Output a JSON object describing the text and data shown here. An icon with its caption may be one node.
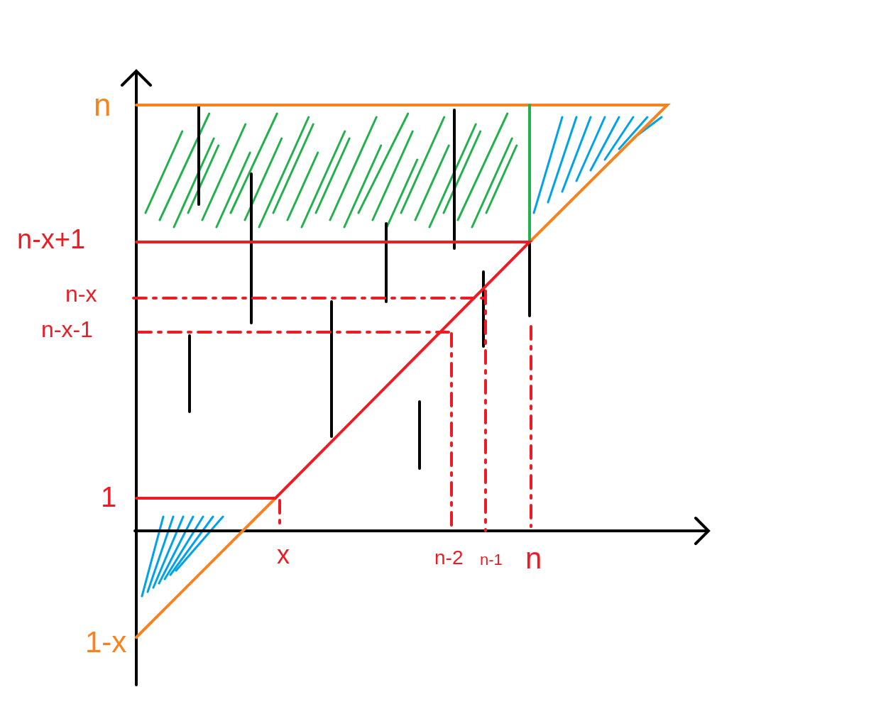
{
  "diagram": {
    "labels": [
      "n",
      "n-x+1",
      "n-x",
      "n-x-1",
      "1",
      "x",
      "n-2",
      "n-1",
      "n",
      "1-x"
    ]
  }
}
